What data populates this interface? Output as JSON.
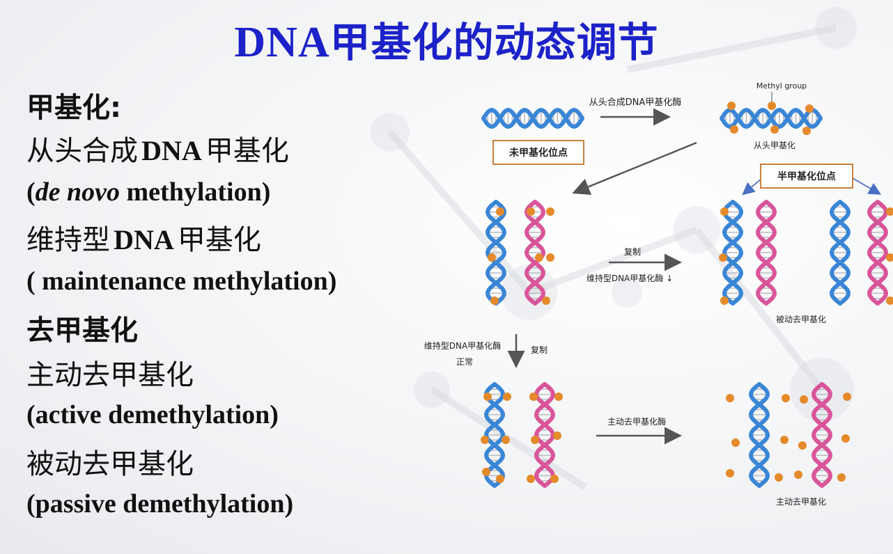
{
  "title": {
    "latin": "DNA",
    "cn": "甲基化的动态调节"
  },
  "left": {
    "methylation_heading": "甲基化:",
    "denovo_cn_a": "从头合成",
    "denovo_cn_b": "DNA",
    "denovo_cn_c": "甲基化",
    "denovo_en_open": "(",
    "denovo_en_italic": "de novo",
    "denovo_en_rest": " methylation)",
    "maint_cn_a": "维持型",
    "maint_cn_b": "DNA",
    "maint_cn_c": "甲基化",
    "maint_en": "( maintenance methylation)",
    "demethylation_heading": "去甲基化",
    "active_cn": "主动去甲基化",
    "active_en": "(active demethylation)",
    "passive_cn": "被动去甲基化",
    "passive_en": " (passive demethylation)"
  },
  "diagram": {
    "denovo_enzyme": "从头合成DNA甲基化酶",
    "methyl_group": "Methyl group",
    "unmethylated_site": "未甲基化位点",
    "denovo_result": "从头甲基化",
    "hemimethylated_site": "半甲基化位点",
    "replication": "复制",
    "maint_enzyme_down": "维持型DNA甲基化酶 ↓",
    "passive_result": "被动去甲基化",
    "maint_enzyme": "维持型DNA甲基化酶",
    "normal": "正常",
    "replication2": "复制",
    "active_enzyme": "主动去甲基化酶",
    "active_result": "主动去甲基化"
  },
  "colors": {
    "title": "#1c22c8",
    "blue_strand": "#3a86d6",
    "pink_strand": "#d9559a",
    "methyl": "#e58a2a",
    "arrow": "#555555",
    "label_box_border": "#c9803a",
    "hemi_arrow": "#4a6fc4"
  }
}
